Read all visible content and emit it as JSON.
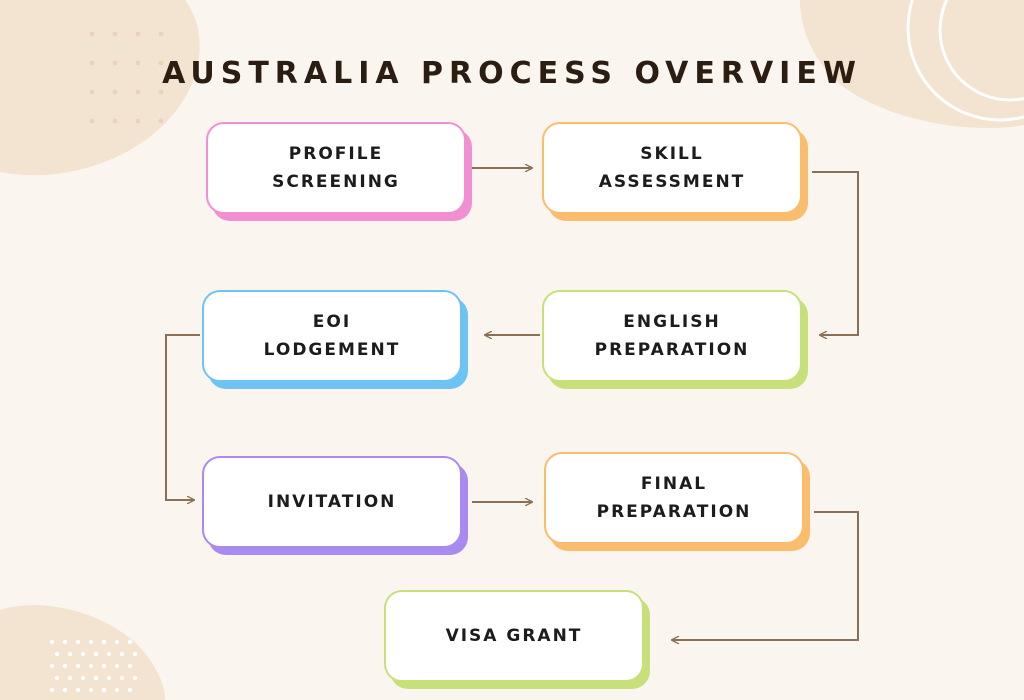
{
  "title": "AUSTRALIA PROCESS OVERVIEW",
  "colors": {
    "background": "#fbf5ef",
    "blob": "#f3e3d1",
    "arrow": "#8a7055",
    "pink": "#f28fd3",
    "orange": "#f9bd6d",
    "green": "#c8e07a",
    "blue": "#6ec3f5",
    "purple": "#a98af0"
  },
  "steps": [
    {
      "id": "profile-screening",
      "label": "PROFILE\nSCREENING",
      "color": "pink"
    },
    {
      "id": "skill-assessment",
      "label": "SKILL\nASSESSMENT",
      "color": "orange"
    },
    {
      "id": "english-preparation",
      "label": "ENGLISH\nPREPARATION",
      "color": "green"
    },
    {
      "id": "eoi-lodgement",
      "label": "EOI\nLODGEMENT",
      "color": "blue"
    },
    {
      "id": "invitation",
      "label": "INVITATION",
      "color": "purple"
    },
    {
      "id": "final-preparation",
      "label": "FINAL\nPREPARATION",
      "color": "orange"
    },
    {
      "id": "visa-grant",
      "label": "VISA GRANT",
      "color": "green"
    }
  ],
  "flow": [
    [
      "profile-screening",
      "skill-assessment"
    ],
    [
      "skill-assessment",
      "english-preparation"
    ],
    [
      "english-preparation",
      "eoi-lodgement"
    ],
    [
      "eoi-lodgement",
      "invitation"
    ],
    [
      "invitation",
      "final-preparation"
    ],
    [
      "final-preparation",
      "visa-grant"
    ]
  ]
}
